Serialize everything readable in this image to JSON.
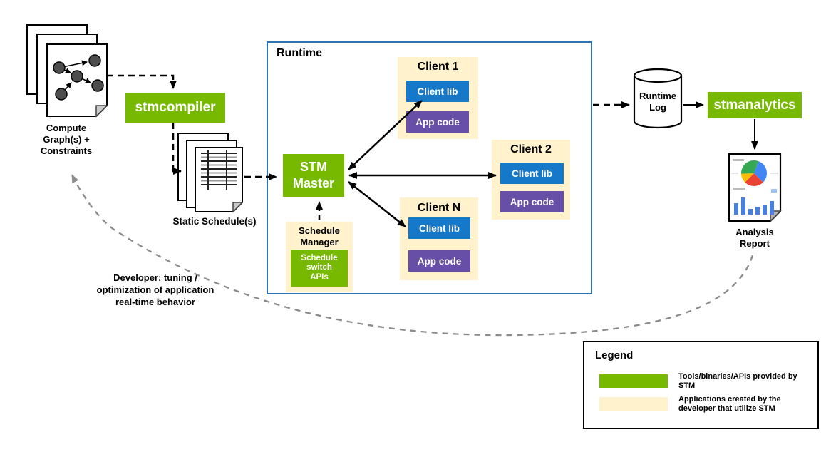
{
  "colors": {
    "stm_green": "#76b900",
    "app_cream": "#fff2cc",
    "client_lib_blue": "#1578c8",
    "app_code_purple": "#674ea7",
    "runtime_border_blue": "#2e74b5",
    "arrow_black": "#000000",
    "feedback_gray": "#8c8c8c"
  },
  "nodes": {
    "compute_graph": {
      "label": "Compute\nGraph(s) +\nConstraints"
    },
    "stmcompiler": {
      "label": "stmcompiler"
    },
    "static_schedules": {
      "label": "Static Schedule(s)"
    },
    "runtime": {
      "label": "Runtime"
    },
    "stm_master": {
      "label": "STM\nMaster"
    },
    "clients": [
      {
        "title": "Client 1",
        "lib": "Client lib",
        "code": "App code"
      },
      {
        "title": "Client 2",
        "lib": "Client lib",
        "code": "App code"
      },
      {
        "title": "Client N",
        "lib": "Client lib",
        "code": "App code"
      }
    ],
    "schedule_manager": {
      "title": "Schedule\nManager",
      "api": "Schedule\nswitch\nAPIs"
    },
    "runtime_log": {
      "label": "Runtime\nLog"
    },
    "stmanalytics": {
      "label": "stmanalytics"
    },
    "analysis_report": {
      "label": "Analysis\nReport"
    }
  },
  "annotations": {
    "developer_note": "Developer: tuning /\noptimization of application\nreal-time behavior"
  },
  "legend": {
    "title": "Legend",
    "items": [
      {
        "swatch": "stm_green",
        "text": "Tools/binaries/APIs provided by STM"
      },
      {
        "swatch": "app_cream",
        "text": "Applications created by the developer that utilize STM"
      }
    ]
  }
}
